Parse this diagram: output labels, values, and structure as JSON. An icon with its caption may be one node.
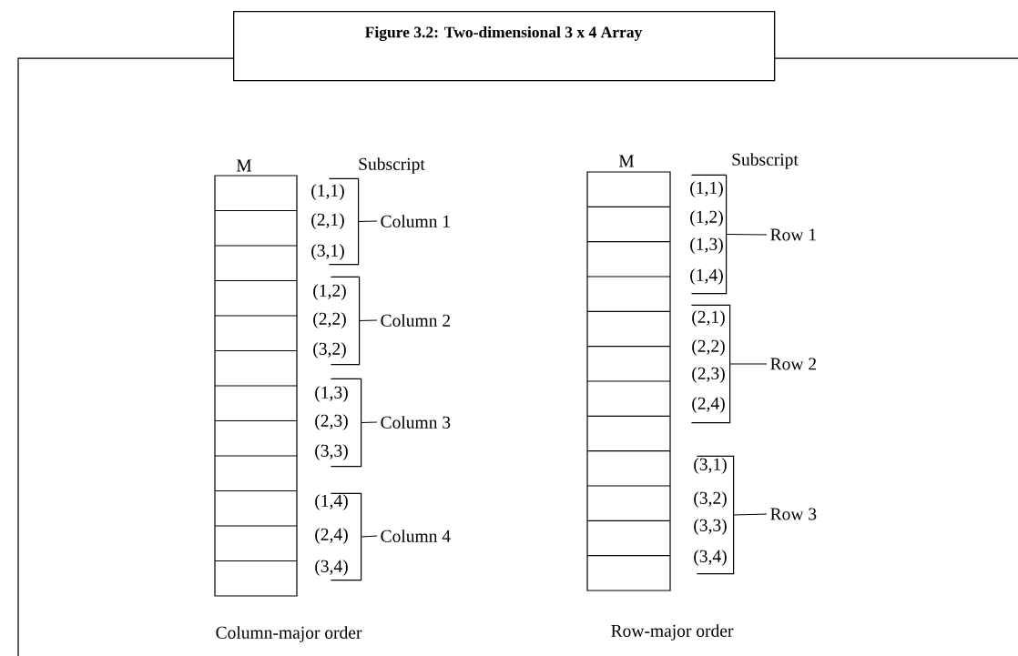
{
  "diagram": {
    "title": "Figure 3.2: Two-dimensional 3 x 4 Array",
    "nodes": [
      {
        "text": [],
        "shape": "bracket"
      },
      {
        "text": [
          "Column 1"
        ]
      },
      {
        "text": [],
        "shape": "bracket"
      },
      {
        "text": [
          "Column 2"
        ]
      },
      {
        "text": [],
        "shape": "bracket"
      },
      {
        "text": [
          "Column 3"
        ]
      },
      {
        "text": [],
        "shape": "bracket"
      },
      {
        "text": [
          "Column 4"
        ]
      },
      {
        "text": [],
        "shape": "bracket"
      },
      {
        "text": [
          "Row 1"
        ]
      },
      {
        "text": [],
        "shape": "bracket"
      },
      {
        "text": [
          "Row 2"
        ]
      },
      {
        "text": [],
        "shape": "bracket"
      },
      {
        "text": [
          "Row 3"
        ]
      }
    ],
    "edges": [
      {
        "from": 0,
        "to": 1,
        "arrow": "none"
      },
      {
        "from": 2,
        "to": 3,
        "arrow": "none"
      },
      {
        "from": 4,
        "to": 5,
        "arrow": "none"
      },
      {
        "from": 6,
        "to": 7,
        "arrow": "none"
      },
      {
        "from": 8,
        "to": 9,
        "arrow": "none"
      },
      {
        "from": 10,
        "to": 11,
        "arrow": "none"
      },
      {
        "from": 12,
        "to": 13,
        "arrow": "none"
      }
    ],
    "labels": [
      "M",
      "Subscript",
      "(1,1)",
      "(2,1)",
      "(3,1)",
      "(1,2)",
      "(2,2)",
      "(3,2)",
      "(1,3)",
      "(2,3)",
      "(3,3)",
      "(1,4)",
      "(2,4)",
      "(3,4)",
      "Column-major order",
      "M",
      "Subscript",
      "(1,1)",
      "(1,2)",
      "(1,3)",
      "(1,4)",
      "(2,1)",
      "(2,2)",
      "(2,3)",
      "(2,4)",
      "(3,1)",
      "(3,2)",
      "(3,3)",
      "(3,4)",
      "Row-major order"
    ]
  }
}
